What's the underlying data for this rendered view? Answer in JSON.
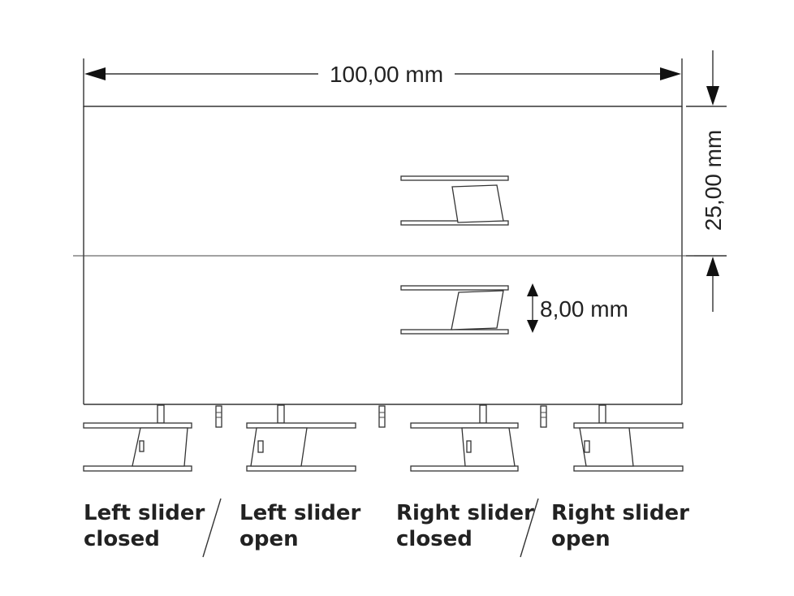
{
  "dimensions": {
    "width": "100,00 mm",
    "height": "25,00 mm",
    "slider_gap": "8,00 mm"
  },
  "captions": [
    {
      "line1": "Left slider",
      "line2": "closed"
    },
    {
      "line1": "Left slider",
      "line2": "open"
    },
    {
      "line1": "Right slider",
      "line2": "closed"
    },
    {
      "line1": "Right slider",
      "line2": "open"
    }
  ],
  "colors": {
    "line": "#333333",
    "text": "#222222"
  }
}
